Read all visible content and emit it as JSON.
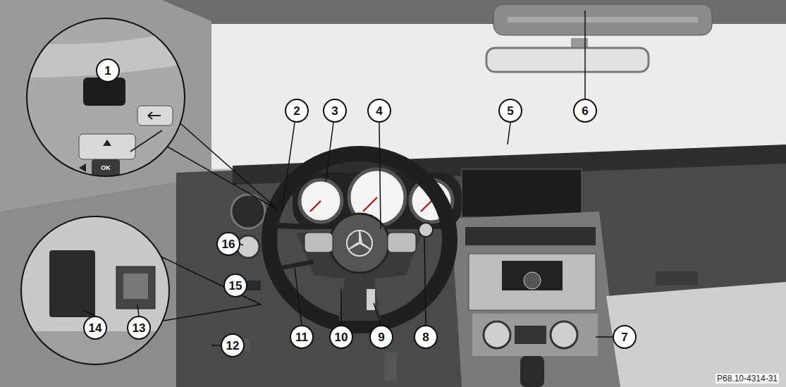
{
  "diagram": {
    "labels": [
      "1",
      "2",
      "3",
      "4",
      "5",
      "6",
      "7",
      "8",
      "9",
      "10",
      "11",
      "12",
      "13",
      "14",
      "15",
      "16",
      "OK",
      "P68.10-4314-31"
    ]
  }
}
